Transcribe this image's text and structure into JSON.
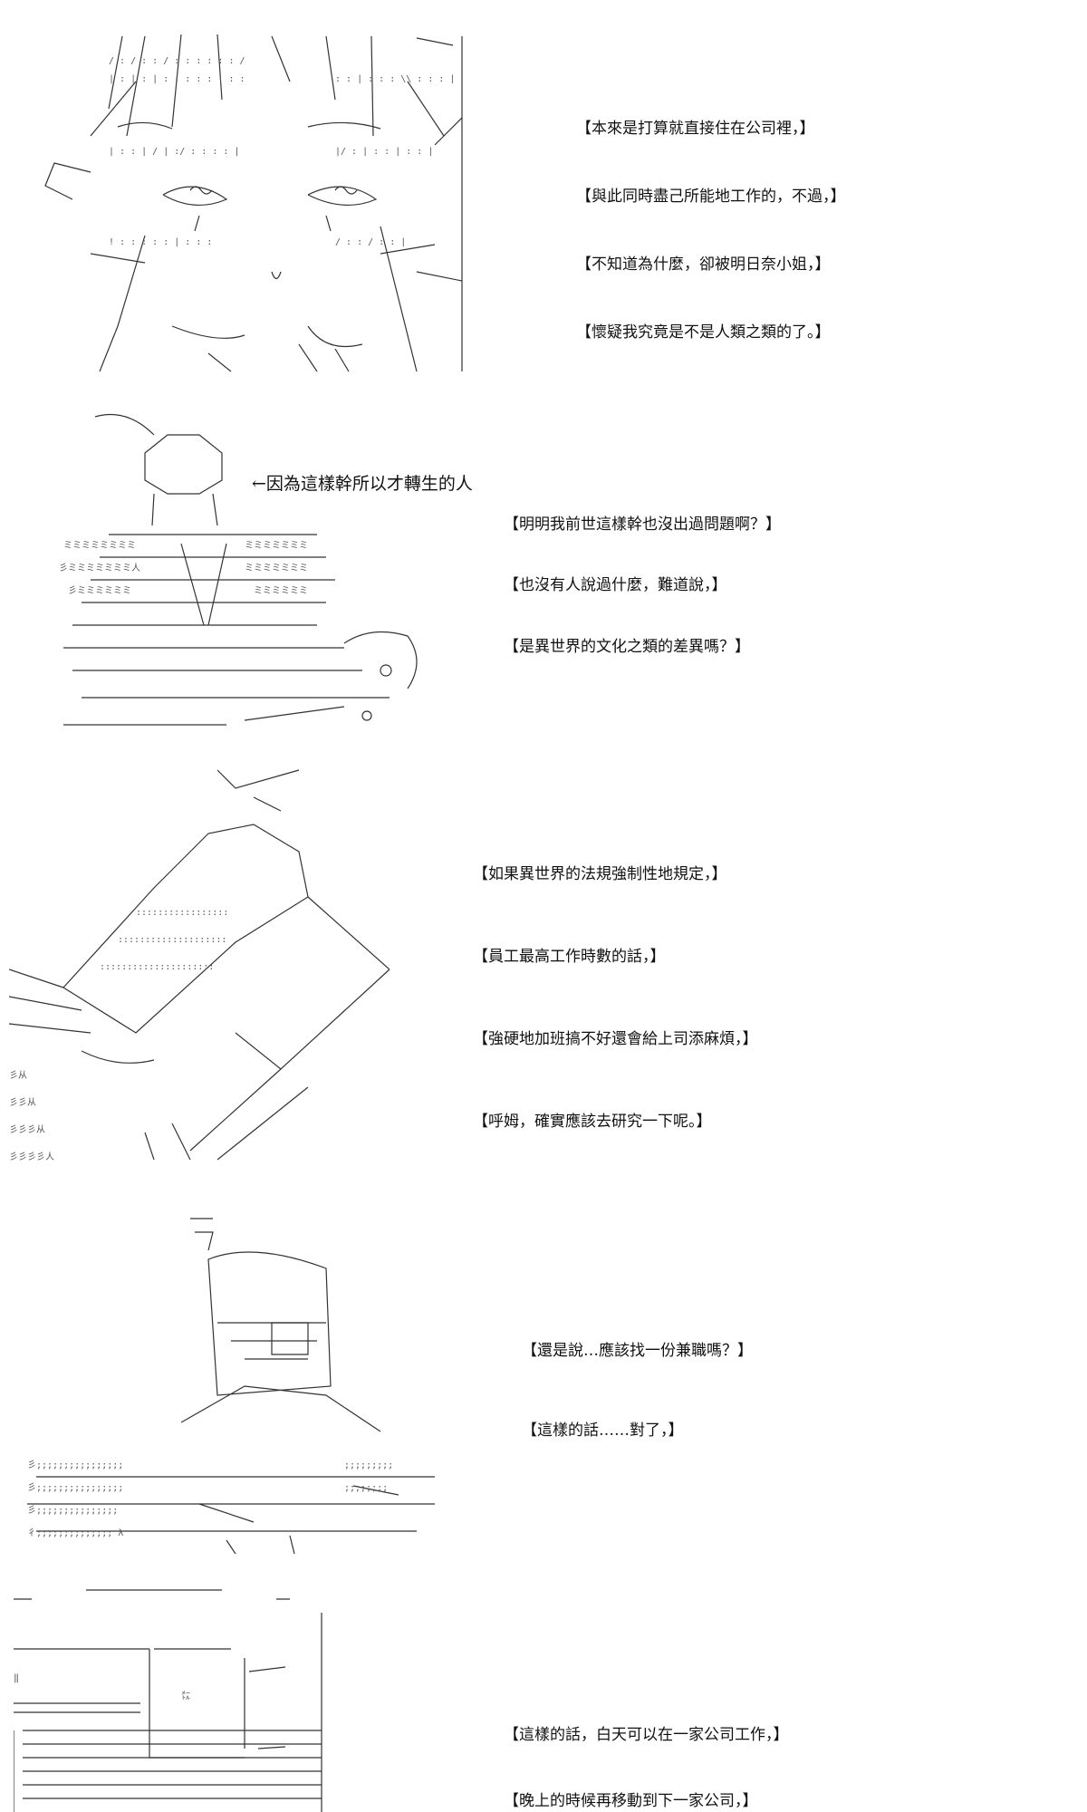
{
  "panels": [
    {
      "lines": [
        "【本來是打算就直接住在公司裡，】",
        "【與此同時盡己所能地工作的，不過，】",
        "【不知道為什麼，卻被明日奈小姐，】",
        "【懷疑我究竟是不是人類之類的了。】"
      ]
    },
    {
      "caption": "←因為這樣幹所以才轉生的人",
      "lines": [
        "【明明我前世這樣幹也沒出過問題啊？】",
        "【也沒有人說過什麼，難道說，】",
        "【是異世界的文化之類的差異嗎？】"
      ]
    },
    {
      "lines": [
        "【如果異世界的法規強制性地規定，】",
        "【員工最高工作時數的話，】",
        "【強硬地加班搞不好還會給上司添麻煩，】",
        "【呼姆，確實應該去研究一下呢。】"
      ]
    },
    {
      "lines": [
        "【還是說…應該找一份兼職嗎？】",
        "【這樣的話……對了，】"
      ]
    },
    {
      "lines": [
        "【這樣的話，白天可以在一家公司工作，】",
        "【晚上的時候再移動到下一家公司，】"
      ]
    }
  ]
}
